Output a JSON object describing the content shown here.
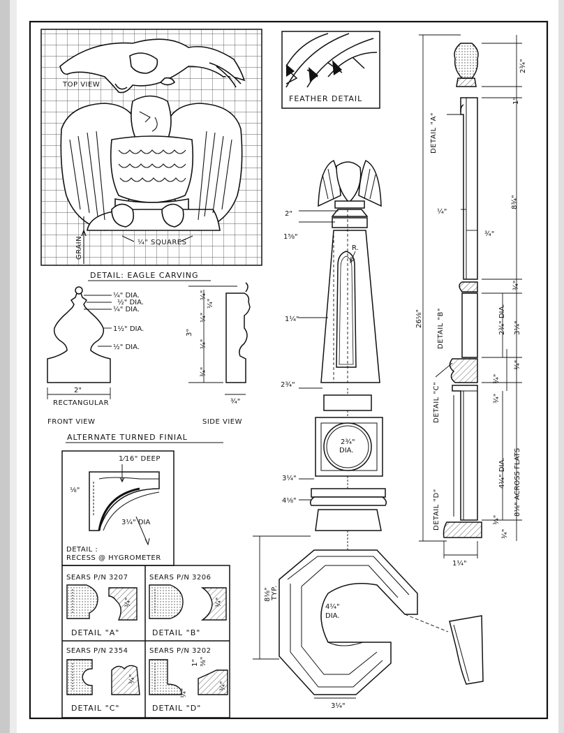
{
  "eagle": {
    "top_view": "TOP VIEW",
    "grain": "GRAIN",
    "squares": "¼\" SQUARES",
    "caption": "DETAIL: EAGLE CARVING"
  },
  "feather": {
    "caption": "FEATHER DETAIL"
  },
  "finial": {
    "dims": [
      "¼\" DIA.",
      "½\" DIA.",
      "¼\" DIA.",
      "1½\" DIA.",
      "½\" DIA."
    ],
    "width": "2\"",
    "width_note": "RECTANGULAR",
    "side_dims": [
      "¼\"",
      "¼\"",
      "¼\"",
      "¼\"",
      "¾\"",
      "3\""
    ],
    "side_width": "¾\"",
    "front_view": "FRONT VIEW",
    "side_view": "SIDE VIEW",
    "caption": "ALTERNATE TURNED FINIAL"
  },
  "recess": {
    "deep": "1⁄16\" DEEP",
    "left": "⅛\"",
    "dia": "3¼\" DIA",
    "caption1": "DETAIL :",
    "caption2": "RECESS @ HYGROMETER"
  },
  "profiles": [
    {
      "part": "SEARS P/N 3207",
      "detail": "DETAIL \"A\""
    },
    {
      "part": "SEARS P/N 3206",
      "detail": "DETAIL \"B\""
    },
    {
      "part": "SEARS P/N 2354",
      "detail": "DETAIL \"C\""
    },
    {
      "part": "SEARS P/N 3202",
      "detail": "DETAIL \"D\""
    }
  ],
  "profile_dims": [
    "¾\"",
    "¾\"",
    "¾\"",
    "1\"",
    "⅜\"",
    "¼\"",
    "¾\""
  ],
  "exploded": {
    "d2": "2\"",
    "d15": "1⅝\"",
    "r": "R.",
    "d14": "1¼\"",
    "d234": "2¾\"",
    "ring": "2¾\"",
    "ring_dia": "DIA.",
    "d314": "3¼\"",
    "d418": "4⅛\"",
    "base_dia": "4¼\"",
    "base_dia2": "DIA.",
    "typ": "8⅛\"",
    "typ2": "TYP.",
    "base_w": "3¼\""
  },
  "section": {
    "top": "2¾\"",
    "one": "1\"",
    "eight": "8¾\"",
    "quarter": "¼\"",
    "threeq": "¾\"",
    "total": "26⅛\"",
    "a34": "¾\"",
    "dia234": "2¾\" DIA.",
    "d314": "3¼\"",
    "b34": "¾\"",
    "c34": "¾\"",
    "c34b": "¾\"",
    "dia414": "4¼\" DIA.",
    "flats": "8⅛\" ACROSS FLATS",
    "d34": "¾\"",
    "d34b": "¾\"",
    "base": "1¼\"",
    "detailA": "DETAIL \"A\"",
    "detailB": "DETAIL \"B\"",
    "detailC": "DETAIL \"C\"",
    "detailD": "DETAIL \"D\""
  }
}
